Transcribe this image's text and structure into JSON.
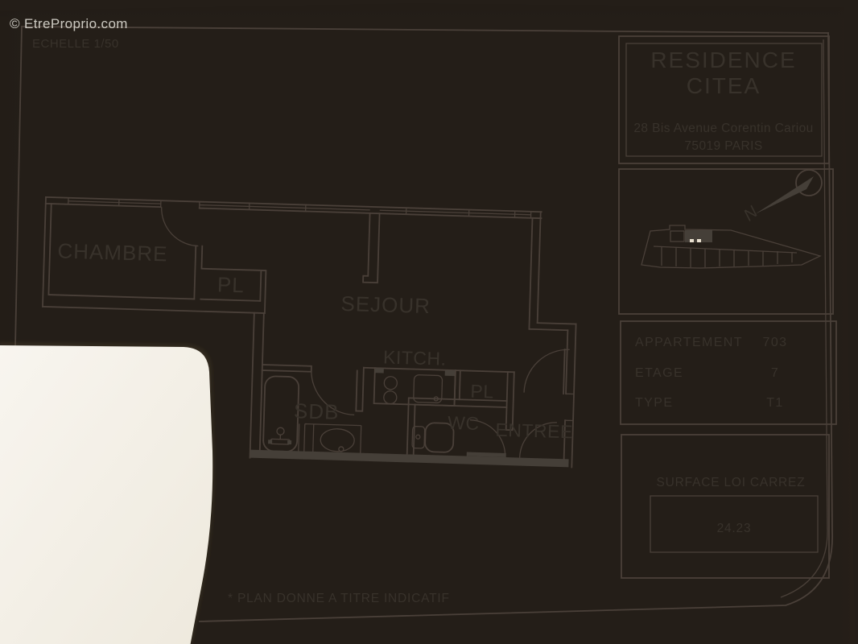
{
  "watermark": "© EtreProprio.com",
  "scale_label": "ECHELLE 1/50",
  "header_box": {
    "title_line1": "RESIDENCE",
    "title_line2": "CITEA",
    "address_line1": "28 Bis Avenue Corentin Cariou",
    "address_line2": "75019 PARIS"
  },
  "compass": {
    "north_label": "N"
  },
  "info_box": {
    "rows": [
      {
        "label": "APPARTEMENT",
        "value": "703"
      },
      {
        "label": "ETAGE",
        "value": "7"
      },
      {
        "label": "TYPE",
        "value": "T1"
      }
    ]
  },
  "surface_box": {
    "title": "SURFACE LOI CARREZ",
    "value": "24.23"
  },
  "rooms": {
    "chambre": "CHAMBRE",
    "closet1": "PL",
    "sejour": "SEJOUR",
    "kitchen": "KITCH.",
    "bathroom": "SDB",
    "wc": "WC",
    "closet2": "PL",
    "entry": "ENTREE"
  },
  "footnote": "* PLAN DONNE A TITRE INDICATIF",
  "colors": {
    "paper": "#eae1d0",
    "ink": "#4a4039",
    "card": "#f6f3ec",
    "background": "#241e18"
  }
}
